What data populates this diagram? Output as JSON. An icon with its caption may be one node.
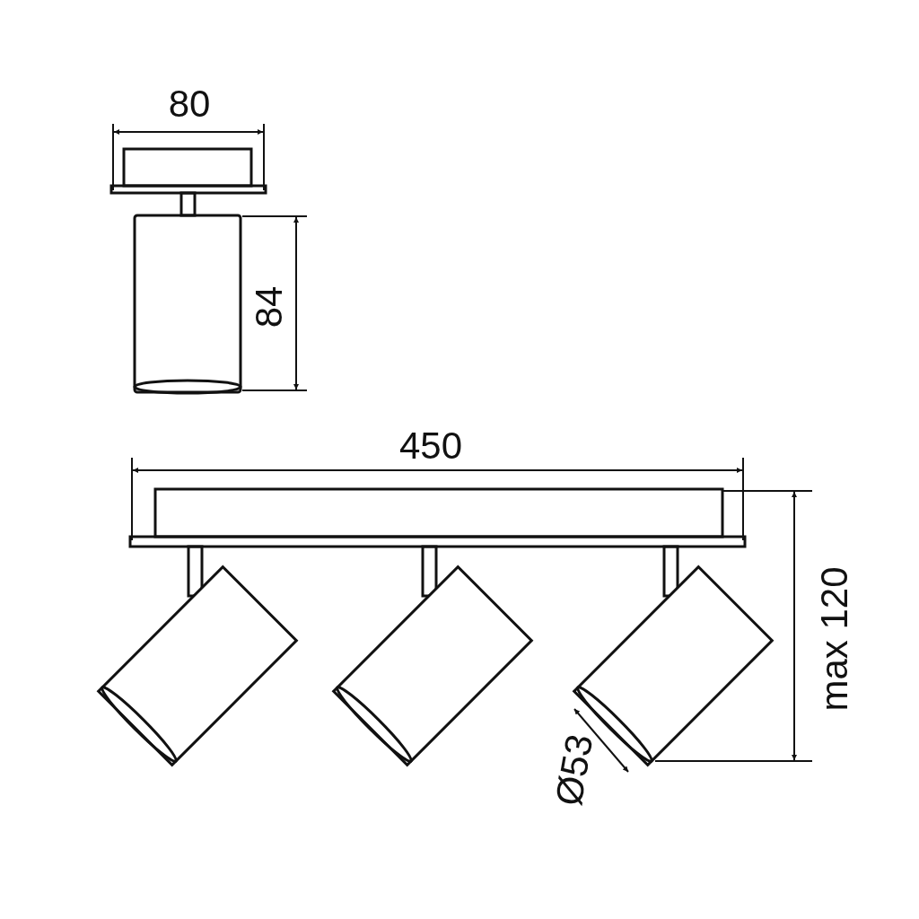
{
  "diagram": {
    "labels": [
      "80",
      "84",
      "450",
      "max 120",
      "Ø53"
    ]
  }
}
